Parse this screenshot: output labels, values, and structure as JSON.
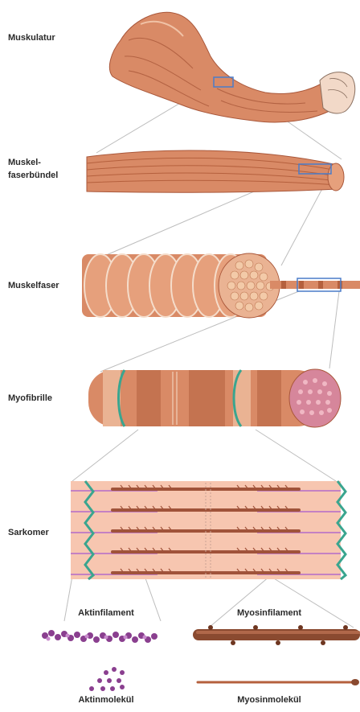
{
  "labels": {
    "muskulatur": "Muskulatur",
    "faserbuendel_1": "Muskel-",
    "faserbuendel_2": "faserbündel",
    "muskelfaser": "Muskelfaser",
    "myofibrille": "Myofibrille",
    "sarkomer": "Sarkomer",
    "aktinfilament": "Aktinfilament",
    "myosinfilament": "Myosinfilament",
    "aktinmolekuel": "Aktinmolekül",
    "myosinmolekuel": "Myosinmolekül"
  },
  "colors": {
    "muscle": "#d98a66",
    "muscle_dark": "#b5603d",
    "muscle_light": "#f0c2a6",
    "sarcomere_bg": "#f7c6b0",
    "z_disc": "#3aa58f",
    "actin": "#8a3f8f",
    "myosin": "#8a4a30",
    "highlight": "#4a7cc9",
    "connector": "#b8b8b8"
  }
}
